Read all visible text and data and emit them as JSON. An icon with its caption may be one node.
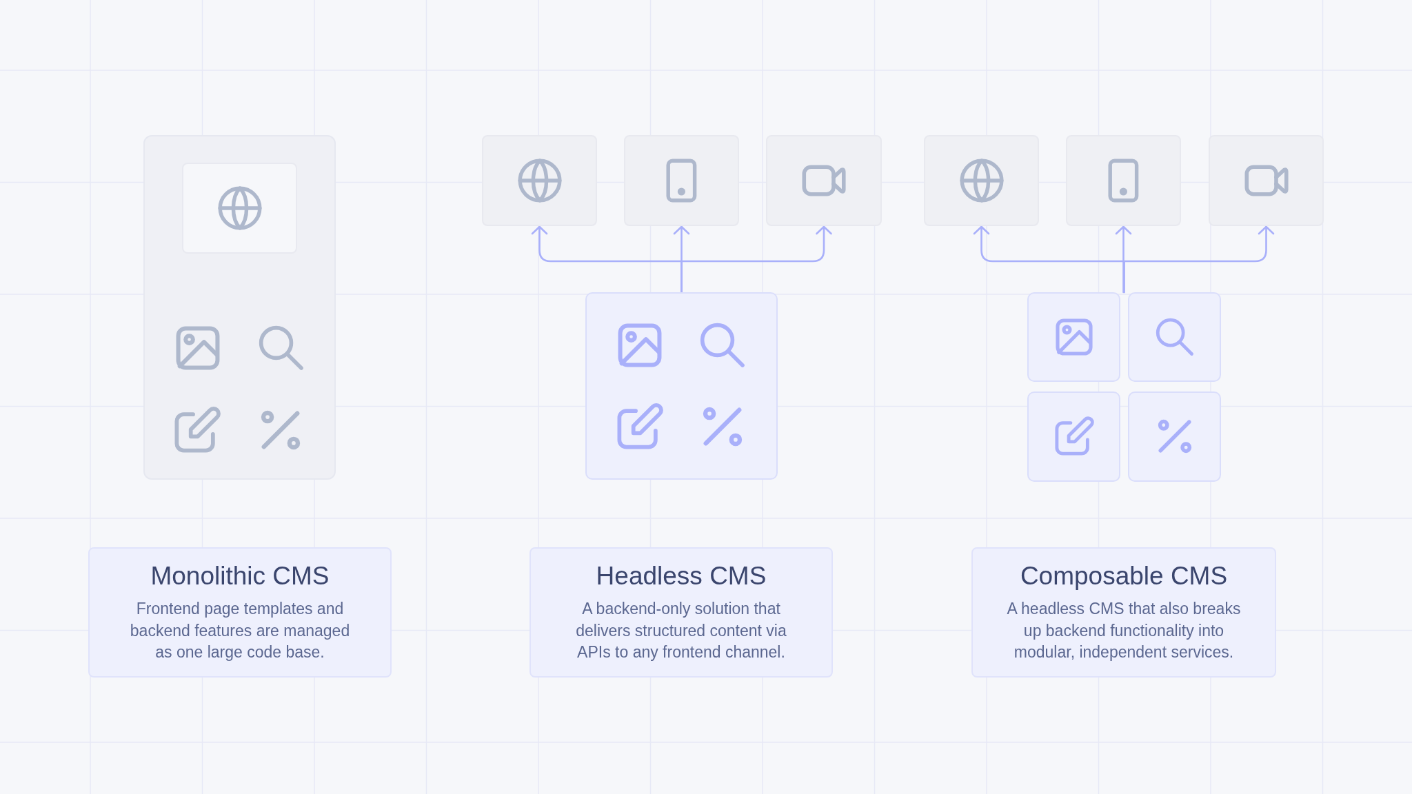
{
  "diagram": {
    "nodes": [
      {
        "text": [],
        "shape": "box"
      },
      {
        "text": [],
        "shape": "box",
        "in": 0
      },
      {
        "text": [],
        "shape": "box"
      },
      {
        "text": [],
        "shape": "box"
      },
      {
        "text": [],
        "shape": "box"
      },
      {
        "text": [],
        "shape": "box"
      },
      {
        "text": [],
        "shape": "box"
      },
      {
        "text": [],
        "shape": "box"
      },
      {
        "text": [],
        "shape": "box"
      },
      {
        "text": [],
        "shape": "box"
      },
      {
        "text": [],
        "shape": "box"
      },
      {
        "text": [],
        "shape": "box"
      },
      {
        "text": [],
        "shape": "box"
      },
      {
        "text": [
          "Monolithic CMS",
          "Frontend page templates and backend features are managed as one large code base."
        ]
      },
      {
        "text": [
          "Headless CMS",
          "A backend-only solution that delivers structured content via APIs to any frontend channel."
        ]
      },
      {
        "text": [
          "Composable CMS",
          "A headless CMS that also breaks up backend functionality into modular, independent services."
        ]
      }
    ],
    "edges": [
      {
        "from": 5,
        "to": 2,
        "arrow": "to"
      },
      {
        "from": 5,
        "to": 3,
        "arrow": "to"
      },
      {
        "from": 5,
        "to": 4,
        "arrow": "to"
      },
      {
        "from": 9,
        "to": 6,
        "arrow": "to"
      },
      {
        "from": 9,
        "to": 7,
        "arrow": "to"
      },
      {
        "from": 9,
        "to": 8,
        "arrow": "to"
      }
    ]
  }
}
